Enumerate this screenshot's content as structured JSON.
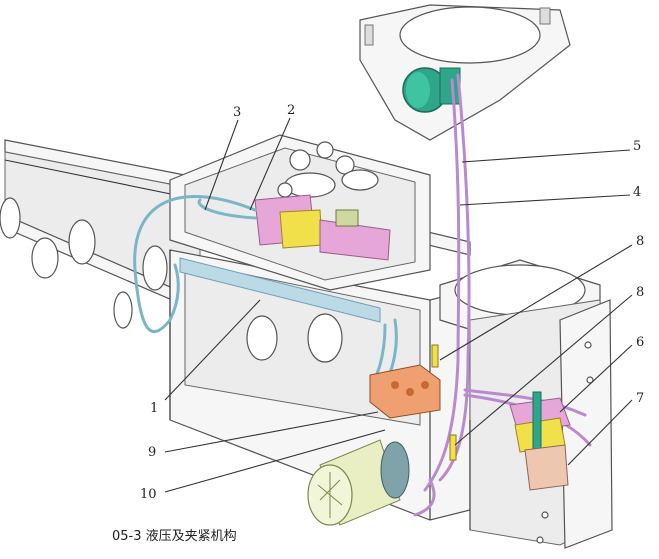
{
  "callouts": [
    {
      "id": "c1",
      "label": "1"
    },
    {
      "id": "c2",
      "label": "2"
    },
    {
      "id": "c3",
      "label": "3"
    },
    {
      "id": "c4",
      "label": "4"
    },
    {
      "id": "c5",
      "label": "5"
    },
    {
      "id": "c6",
      "label": "6"
    },
    {
      "id": "c7",
      "label": "7"
    },
    {
      "id": "c8a",
      "label": "8"
    },
    {
      "id": "c8b",
      "label": "8"
    },
    {
      "id": "c9",
      "label": "9"
    },
    {
      "id": "c10",
      "label": "10"
    }
  ],
  "caption": "05-3 液压及夹紧机构",
  "colors": {
    "pipe_pink": "#b98ad0",
    "pipe_blue": "#7ab6c7",
    "motor_green": "#2fa58a",
    "valve_pink": "#e7a6d8",
    "valve_yellow": "#f2e04a",
    "block_orange": "#f0a070",
    "pump_motor": "#e9efc2",
    "rail_blue": "#bcd9e6"
  }
}
